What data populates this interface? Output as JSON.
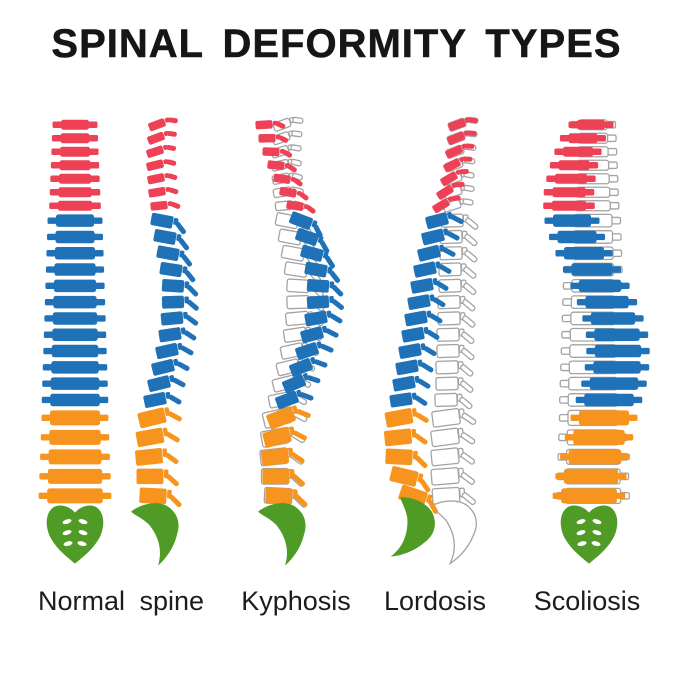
{
  "title": "SPINAL DEFORMITY TYPES",
  "colors": {
    "cervical": "#ef4156",
    "thoracic": "#1f72b8",
    "lumbar": "#f7941e",
    "sacrum": "#4f9b26",
    "ghost_fill": "#ffffff",
    "ghost_stroke": "#a3a3a3",
    "background": "#ffffff",
    "text": "#161616"
  },
  "regions": {
    "cervical_count": 7,
    "thoracic_count": 12,
    "lumbar_count": 5,
    "sacrum_count": 1
  },
  "spines": [
    {
      "id": "normal-front",
      "name": "Normal spine (front view)",
      "view": "front",
      "curve": "straight",
      "ghost": false
    },
    {
      "id": "normal-side",
      "name": "Normal spine (side view)",
      "view": "side",
      "curve": "normal",
      "ghost": false
    },
    {
      "id": "kyphosis",
      "name": "Kyphosis",
      "view": "side",
      "curve": "kyphosis",
      "ghost": true
    },
    {
      "id": "lordosis",
      "name": "Lordosis",
      "view": "side",
      "curve": "lordosis",
      "ghost": true
    },
    {
      "id": "scoliosis",
      "name": "Scoliosis",
      "view": "front",
      "curve": "scoliosis",
      "ghost": true
    }
  ],
  "labels": [
    {
      "id": "normal",
      "text": "Normal spine"
    },
    {
      "id": "kyphosis",
      "text": "Kyphosis"
    },
    {
      "id": "lordosis",
      "text": "Lordosis"
    },
    {
      "id": "scoliosis",
      "text": "Scoliosis"
    }
  ]
}
